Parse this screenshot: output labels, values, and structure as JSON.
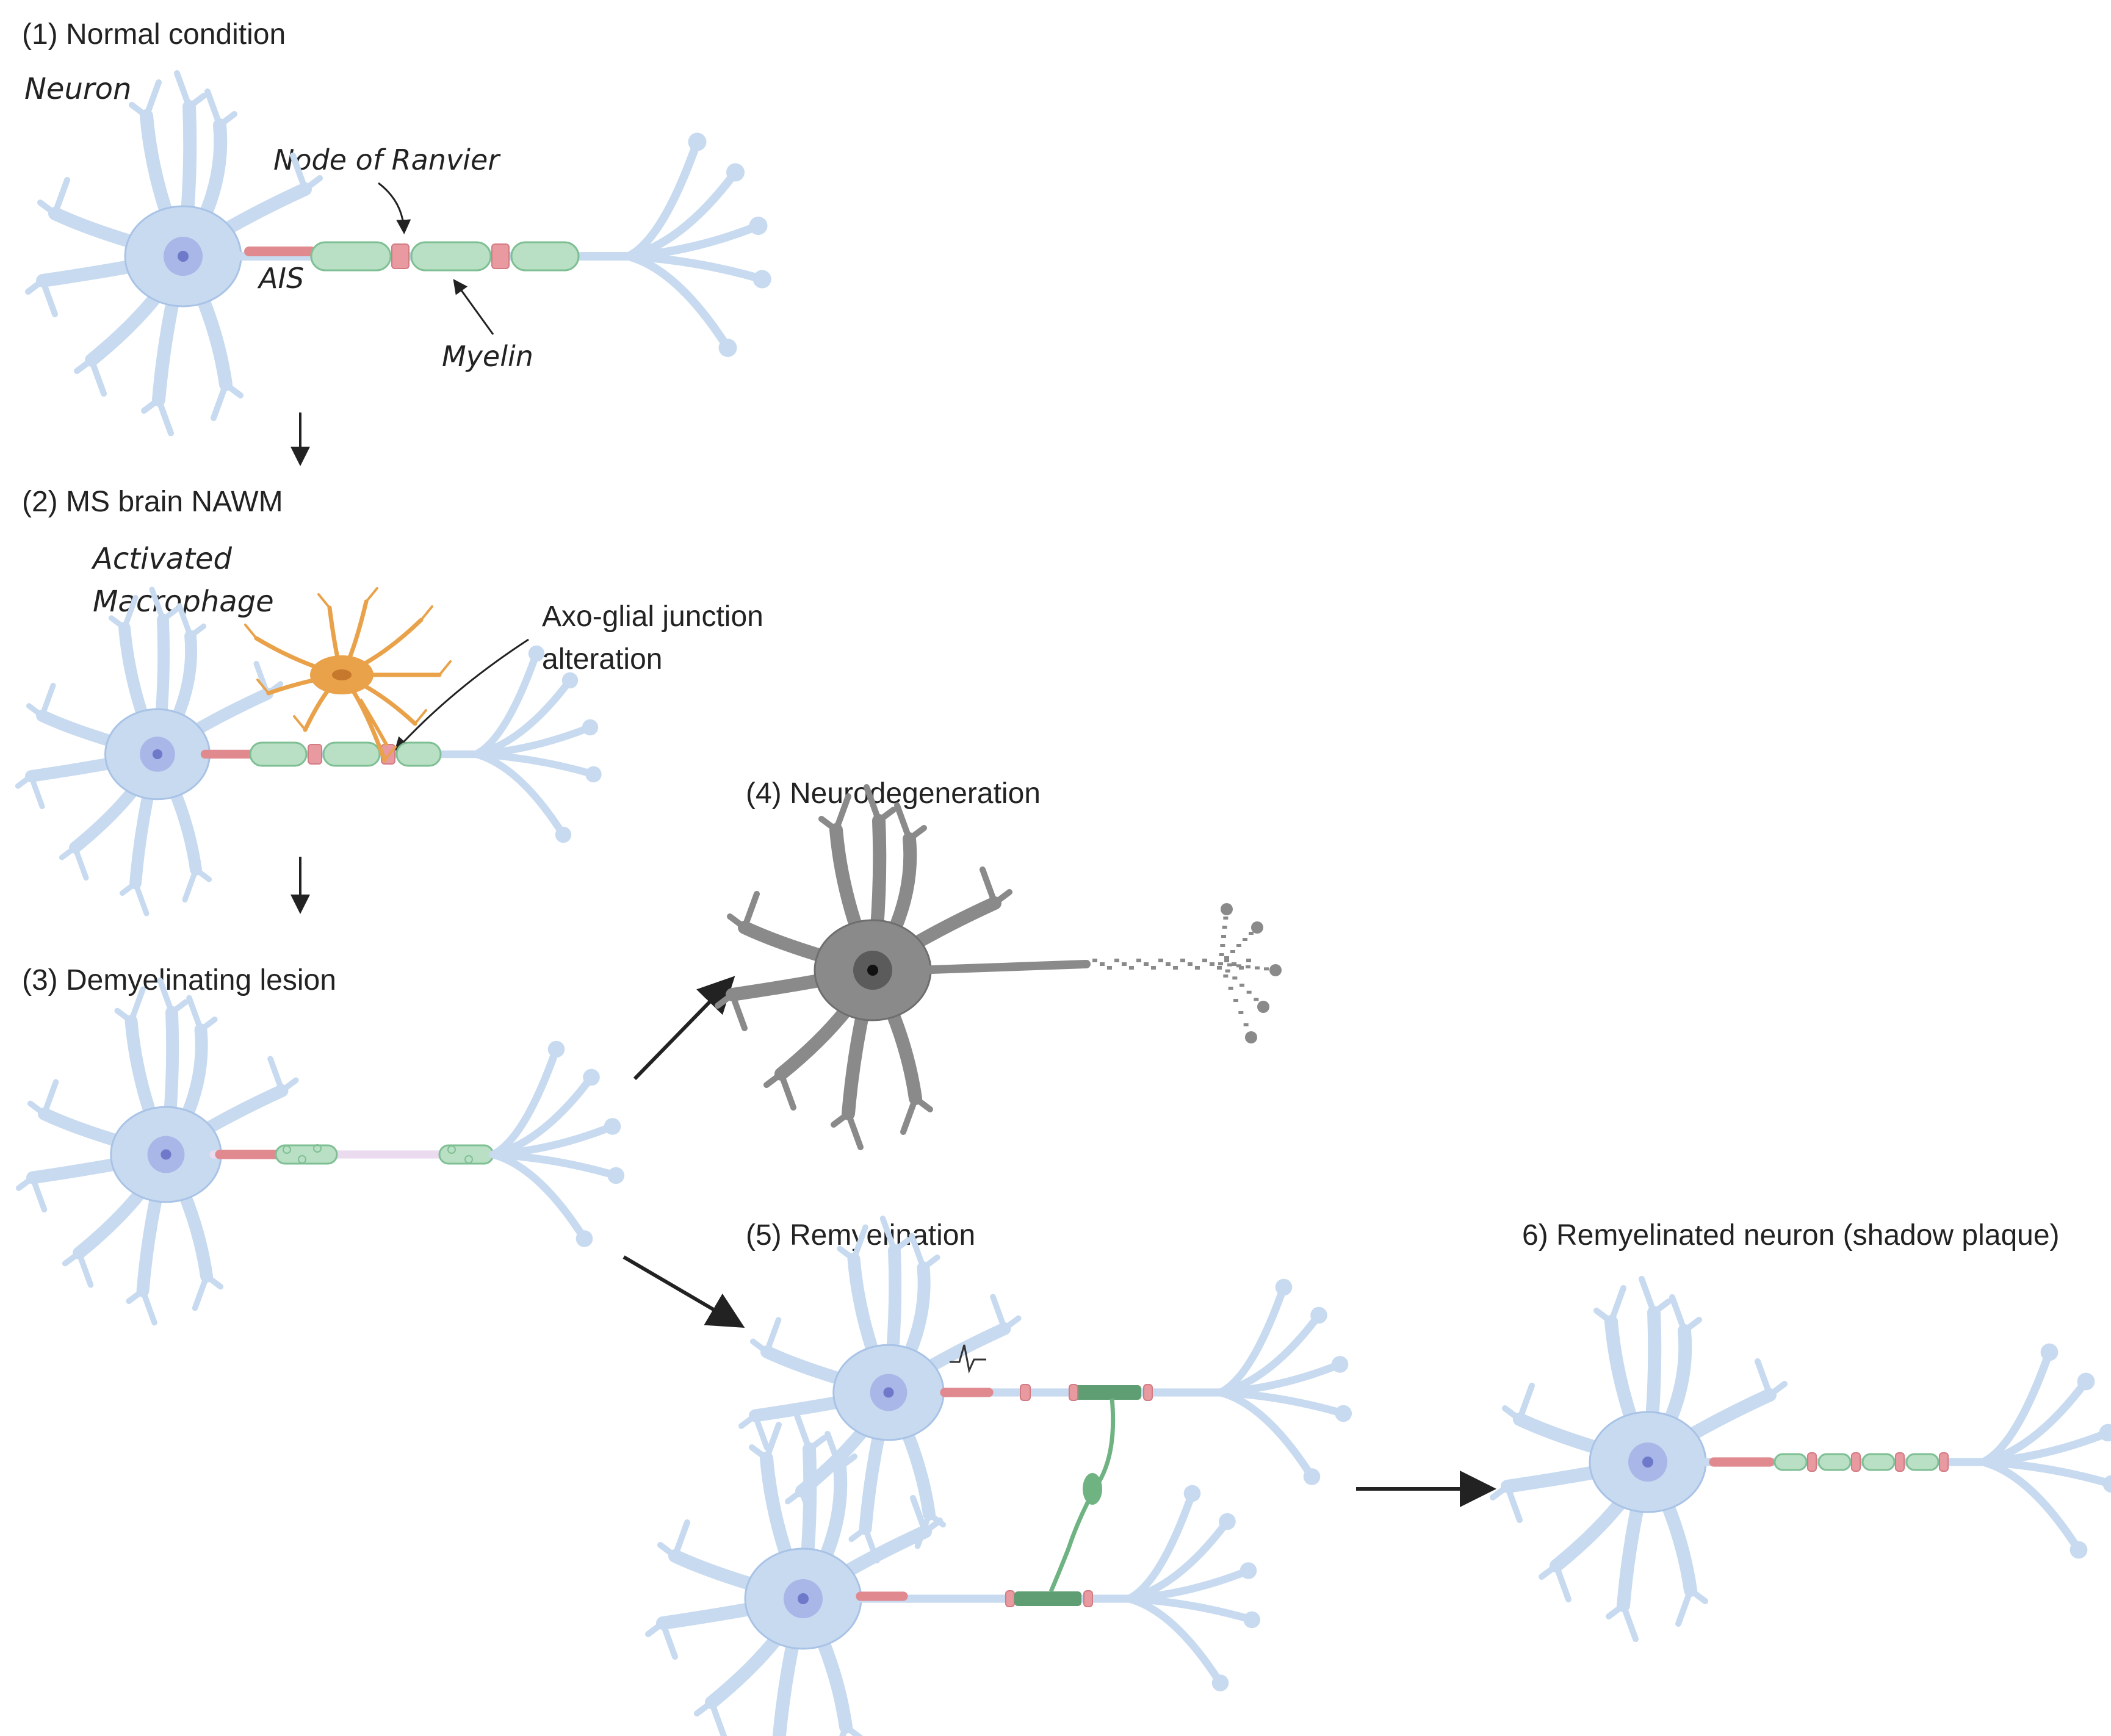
{
  "stages": {
    "s1": {
      "title": "(1) Normal condition"
    },
    "s2": {
      "title": "(2) MS brain NAWM"
    },
    "s3": {
      "title": "(3) Demyelinating lesion"
    },
    "s4": {
      "title": "(4) Neurodegeneration"
    },
    "s5": {
      "title": "(5) Remyelination"
    },
    "s6": {
      "title": "6) Remyelinated neuron (shadow plaque)"
    }
  },
  "labels": {
    "neuron": "Neuron",
    "node_of_ranvier": "Node of Ranvier",
    "ais": "AIS",
    "myelin": "Myelin",
    "activated_line1": "Activated",
    "activated_line2": "Macrophage",
    "axo_glial_line1": "Axo-glial junction",
    "axo_glial_line2": "alteration"
  },
  "colors": {
    "neuron_fill": "#c7daf0",
    "neuron_stroke": "#a9c3e6",
    "nucleus": "#a9b6e8",
    "nucleolus": "#6f79c9",
    "ais": "#e08a90",
    "myelin_fill": "#b9e0c4",
    "myelin_stroke": "#7fbf94",
    "node": "#e89aa0",
    "macrophage": "#e9a24a",
    "degenerate": "#8a8a8a",
    "oligodendrocyte": "#6fb383",
    "arrow": "#222222"
  }
}
